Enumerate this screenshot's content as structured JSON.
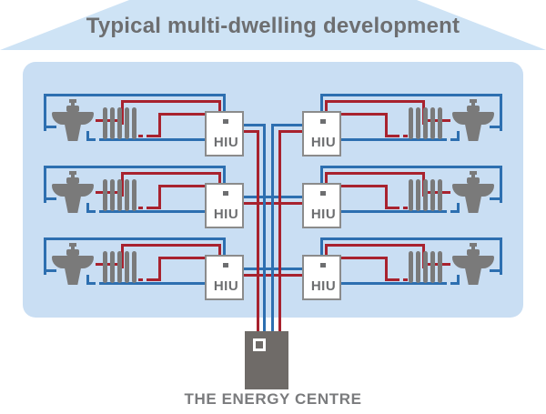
{
  "title": "Typical multi-dwelling development",
  "building": {
    "floors": 3,
    "units_per_floor": 2,
    "unit": {
      "hiu_label": "HIU",
      "fixtures": [
        "basin-icon",
        "radiator-icon",
        "hiu-box"
      ]
    }
  },
  "energy_centre": {
    "label": "THE ENERGY CENTRE"
  },
  "colors": {
    "pipe_flow_red": "#a8222e",
    "pipe_return_blue": "#2d6fb0",
    "fixture_gray": "#7a7a7a",
    "roof_fill": "#cee3f5",
    "building_fill": "#c9def3",
    "hiu_border": "#8b8b8b",
    "text_gray": "#6d6e70",
    "caption_gray": "#7a7b7d",
    "energy_centre_fill": "#6f6b68"
  }
}
